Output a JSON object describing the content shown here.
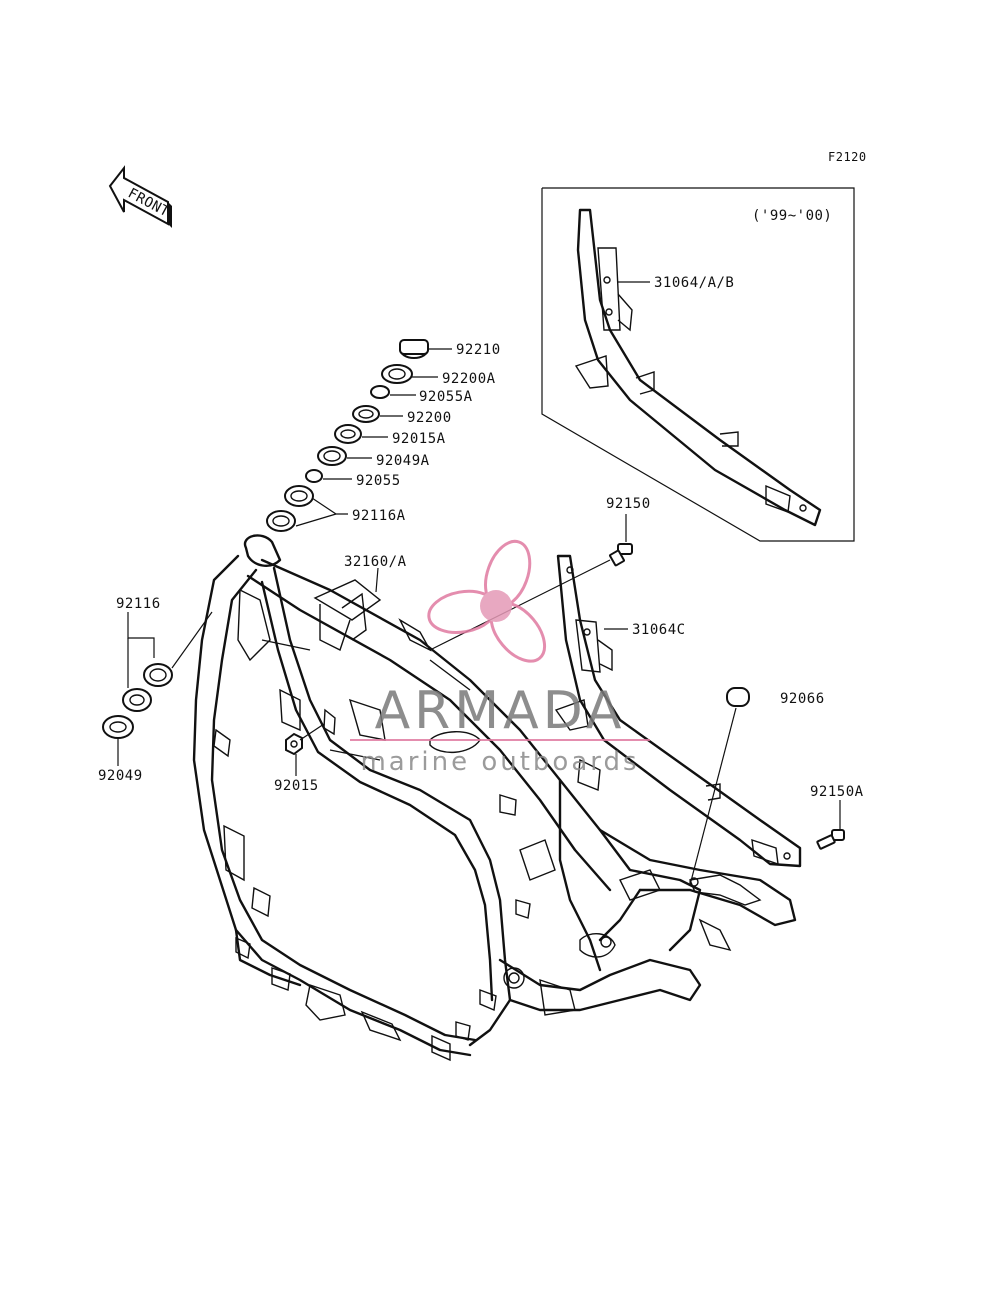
{
  "figure_code": "F2120",
  "front_label": "FRONT",
  "inset_year_range": "('99~'00)",
  "callouts": {
    "c92210": "92210",
    "c92200A": "92200A",
    "c92055A": "92055A",
    "c92200": "92200",
    "c92015A": "92015A",
    "c92049A": "92049A",
    "c92055": "92055",
    "c92116A": "92116A",
    "c32160A": "32160/A",
    "c92116": "92116",
    "c92049": "92049",
    "c92015": "92015",
    "c92150": "92150",
    "c31064C": "31064C",
    "c92066": "92066",
    "c92150A": "92150A",
    "c31064AB": "31064/A/B"
  },
  "watermark": {
    "brand": "ARMADA",
    "tagline": "marine outboards",
    "color_primary": "#e07aa0",
    "color_text": "#8a8a8a"
  },
  "icons": [
    "front-arrow-icon",
    "propeller-logo-icon"
  ]
}
